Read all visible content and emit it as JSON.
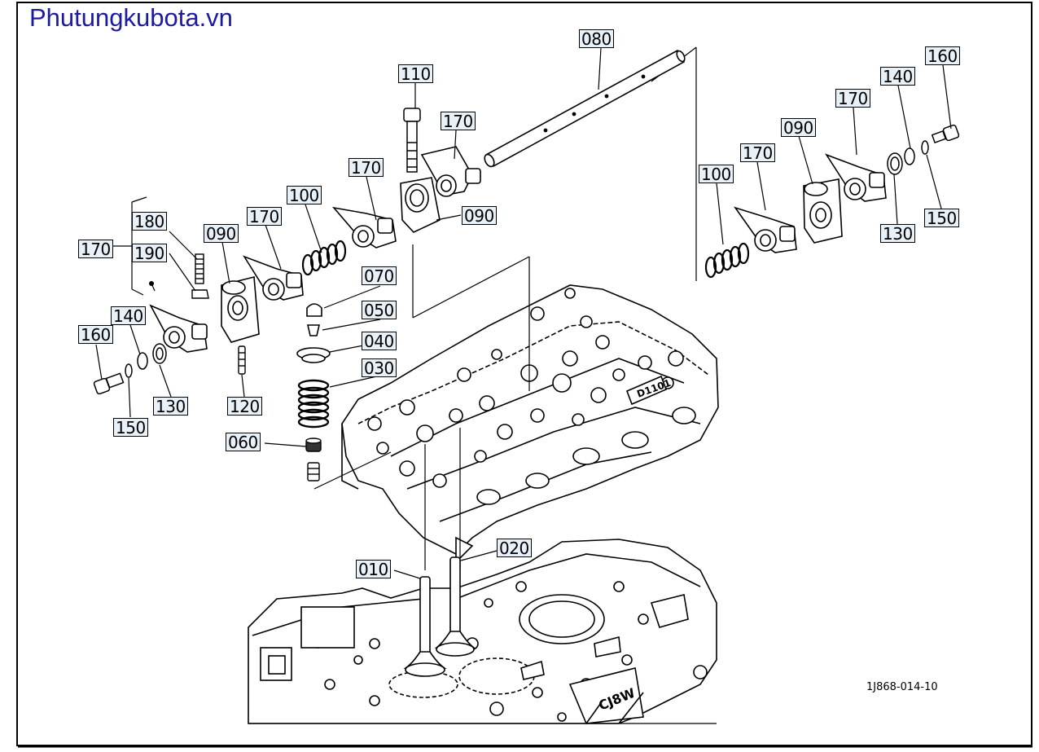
{
  "header": {
    "site_title": "Phutungkubota.vn"
  },
  "footer": {
    "document_code": "1J868-014-10"
  },
  "engine_marks": {
    "head_mark": "D1101",
    "block_mark": "CJ8W"
  },
  "callouts": [
    {
      "id": "c-080",
      "label": "080"
    },
    {
      "id": "c-110",
      "label": "110"
    },
    {
      "id": "c-170-top",
      "label": "170"
    },
    {
      "id": "c-170-a",
      "label": "170"
    },
    {
      "id": "c-090-center",
      "label": "090"
    },
    {
      "id": "c-100-left",
      "label": "100"
    },
    {
      "id": "c-170-b",
      "label": "170"
    },
    {
      "id": "c-090-left",
      "label": "090"
    },
    {
      "id": "c-180",
      "label": "180"
    },
    {
      "id": "c-170-group",
      "label": "170"
    },
    {
      "id": "c-190",
      "label": "190"
    },
    {
      "id": "c-070",
      "label": "070"
    },
    {
      "id": "c-050",
      "label": "050"
    },
    {
      "id": "c-040",
      "label": "040"
    },
    {
      "id": "c-030",
      "label": "030"
    },
    {
      "id": "c-060",
      "label": "060"
    },
    {
      "id": "c-140-left",
      "label": "140"
    },
    {
      "id": "c-160-left",
      "label": "160"
    },
    {
      "id": "c-130-left",
      "label": "130"
    },
    {
      "id": "c-120",
      "label": "120"
    },
    {
      "id": "c-150-left",
      "label": "150"
    },
    {
      "id": "c-010",
      "label": "010"
    },
    {
      "id": "c-020",
      "label": "020"
    },
    {
      "id": "c-160-right",
      "label": "160"
    },
    {
      "id": "c-140-right",
      "label": "140"
    },
    {
      "id": "c-170-right1",
      "label": "170"
    },
    {
      "id": "c-090-right",
      "label": "090"
    },
    {
      "id": "c-170-right2",
      "label": "170"
    },
    {
      "id": "c-100-right",
      "label": "100"
    },
    {
      "id": "c-130-right",
      "label": "130"
    },
    {
      "id": "c-150-right",
      "label": "150"
    }
  ]
}
